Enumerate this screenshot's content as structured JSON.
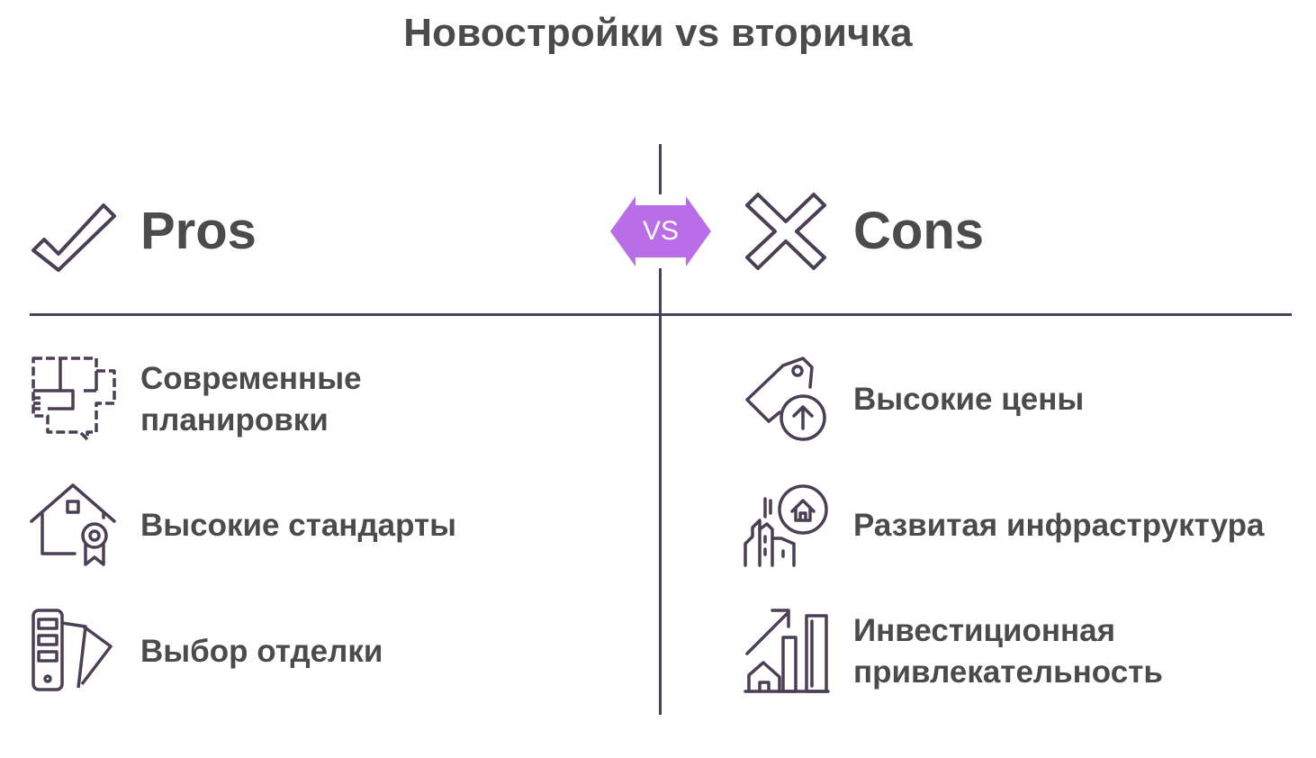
{
  "title": "Новостройки vs вторичка",
  "vs_label": "VS",
  "colors": {
    "accent": "#b96ee8",
    "line": "#4a3f55",
    "text": "#4b4b4b"
  },
  "pros": {
    "label": "Pros",
    "icon": "checkmark-icon",
    "items": [
      {
        "icon": "floor-plan-icon",
        "lines": [
          "Современные",
          "планировки"
        ]
      },
      {
        "icon": "house-certificate-icon",
        "lines": [
          "Высокие стандарты"
        ]
      },
      {
        "icon": "color-swatch-icon",
        "lines": [
          "Выбор отделки"
        ]
      }
    ]
  },
  "cons": {
    "label": "Cons",
    "icon": "cross-icon",
    "items": [
      {
        "icon": "price-tag-up-icon",
        "lines": [
          "Высокие цены"
        ]
      },
      {
        "icon": "city-home-icon",
        "lines": [
          "Развитая инфраструктура"
        ]
      },
      {
        "icon": "growth-chart-icon",
        "lines": [
          "Инвестиционная",
          "привлекательность"
        ]
      }
    ]
  }
}
